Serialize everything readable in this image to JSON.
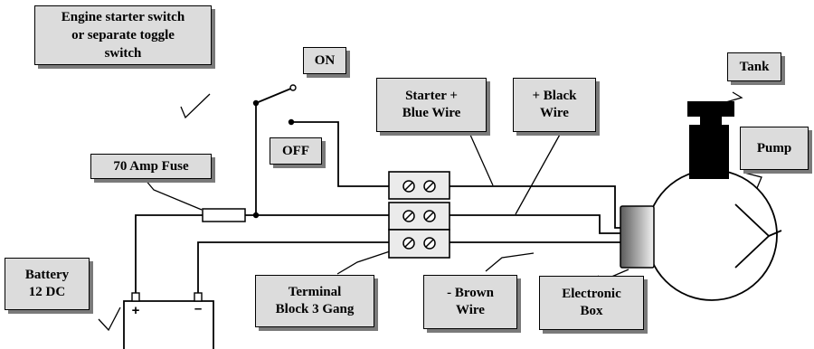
{
  "labels": {
    "engine_switch": [
      "Engine starter switch",
      "or separate toggle",
      "switch"
    ],
    "on": "ON",
    "off": "OFF",
    "fuse": "70 Amp Fuse",
    "battery": [
      "Battery",
      "12 DC"
    ],
    "terminal_block": [
      "Terminal",
      "Block 3 Gang"
    ],
    "starter_wire": [
      "Starter +",
      "Blue Wire"
    ],
    "black_wire": [
      "+ Black",
      "Wire"
    ],
    "brown_wire": [
      "- Brown",
      "Wire"
    ],
    "electronic_box": [
      "Electronic",
      "Box"
    ],
    "tank": "Tank",
    "pump": "Pump"
  },
  "battery_terminals": {
    "positive": "+",
    "negative": "–"
  },
  "colors": {
    "label_fill": "#dcdcdc",
    "label_shadow": "#7a7a7a",
    "line": "#000000",
    "tank": "#000000",
    "block": "#ebebeb"
  }
}
